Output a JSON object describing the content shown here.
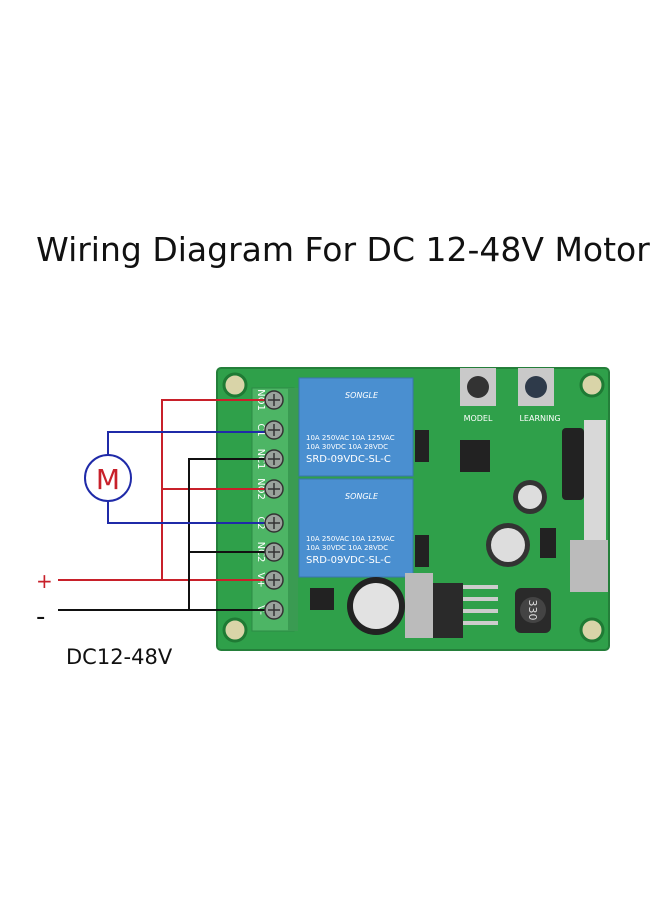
{
  "title": "Wiring Diagram For DC 12-48V Motor",
  "motor_label": "M",
  "plus_label": "+",
  "minus_label": "-",
  "supply_label": "DC12-48V",
  "terminals": [
    "NO1",
    "C1",
    "NC1",
    "NO2",
    "C2",
    "NC2",
    "V+",
    "V-"
  ],
  "relays": [
    {
      "brand": "SONGLE",
      "rating1": "10A 250VAC  10A 125VAC",
      "rating2": "10A  30VDC  10A  28VDC",
      "model": "SRD-09VDC-SL-C"
    },
    {
      "brand": "SONGLE",
      "rating1": "10A 250VAC  10A 125VAC",
      "rating2": "10A  30VDC  10A  28VDC",
      "model": "SRD-09VDC-SL-C"
    }
  ],
  "buttons": {
    "model": "MODEL",
    "learning": "LEARNING"
  },
  "inductor_label": "330",
  "colors": {
    "positive_wire": "#c8202a",
    "negative_wire": "#111111",
    "motor_wire": "#1f2aa8",
    "board": "#2fa04a",
    "relay": "#4a8fd0",
    "terminal_block": "#4db565"
  }
}
